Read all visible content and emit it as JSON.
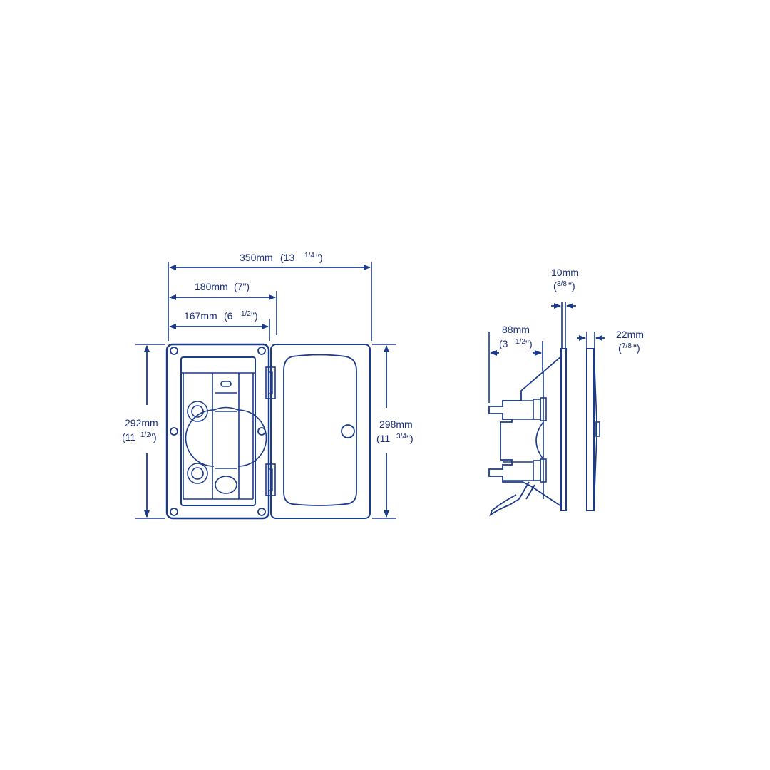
{
  "colors": {
    "line": "#1a3a8c",
    "text": "#1a2f7a",
    "background": "#ffffff"
  },
  "front_view": {
    "overall_width": {
      "mm": "350mm",
      "inch_open": "(13",
      "inch_frac": "1/4",
      "inch_close": "\")"
    },
    "body_width": {
      "mm": "180mm",
      "inch": "(7\")"
    },
    "cutout_width": {
      "mm": "167mm",
      "inch_open": "(6",
      "inch_frac": "1/2",
      "inch_close": "\")"
    },
    "body_height": {
      "mm": "292mm",
      "inch_open": "(11",
      "inch_frac": "1/2",
      "inch_close": "\")"
    },
    "door_height": {
      "mm": "298mm",
      "inch_open": "(11",
      "inch_frac": "3/4",
      "inch_close": "\")"
    }
  },
  "side_view": {
    "flange_thickness": {
      "mm": "10mm",
      "inch_open": "(",
      "inch_frac": "3/8",
      "inch_close": "\")"
    },
    "depth": {
      "mm": "88mm",
      "inch_open": "(3",
      "inch_frac": "1/2",
      "inch_close": "\")"
    },
    "door_thickness": {
      "mm": "22mm",
      "inch_open": "(",
      "inch_frac": "7/8",
      "inch_close": "\")"
    }
  }
}
